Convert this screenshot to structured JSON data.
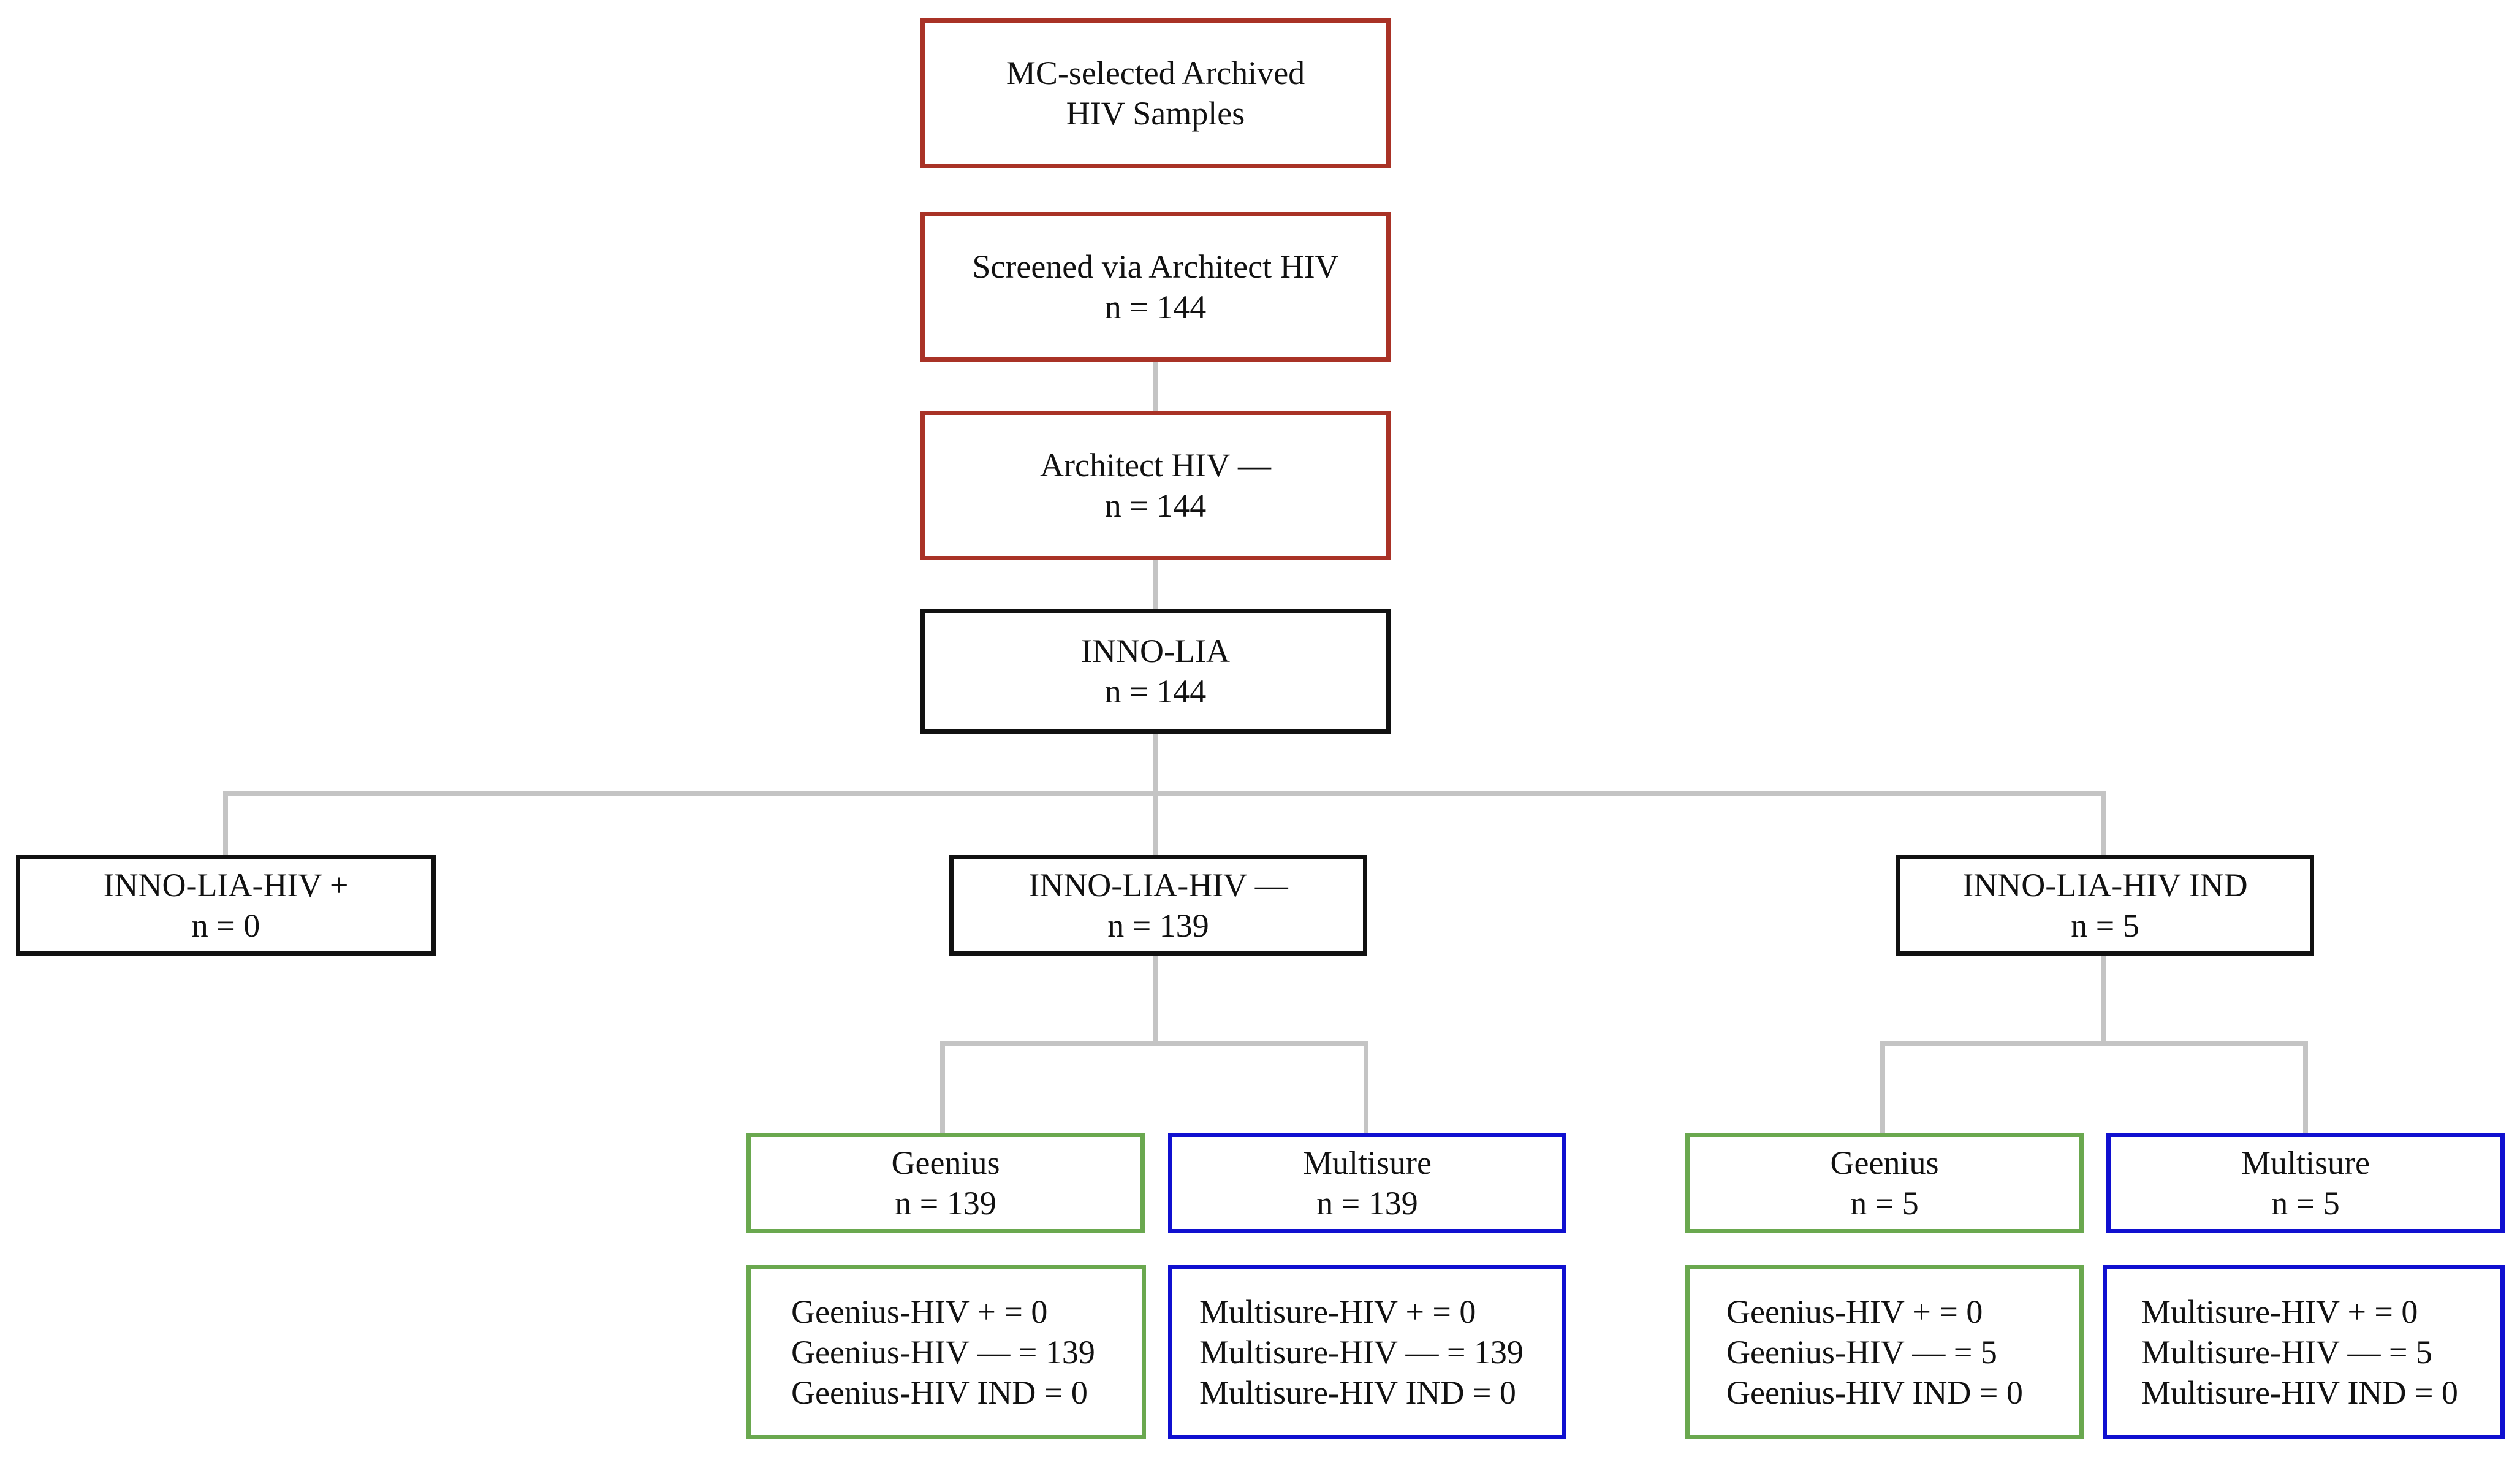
{
  "colors": {
    "connector": "#c4c4c4",
    "screening_border": "#a93226",
    "inno_border": "#111111",
    "geenius_border": "#6aa84f",
    "multisure_border": "#1010d0"
  },
  "nodes": {
    "archived": {
      "line1": "MC-selected Archived",
      "line2": "HIV Samples"
    },
    "screened": {
      "line1": "Screened via Architect HIV",
      "line2": "n = 144"
    },
    "architect_neg": {
      "line1": "Architect HIV —",
      "line2": "n = 144"
    },
    "inno_lia": {
      "line1": "INNO-LIA",
      "line2": "n = 144"
    },
    "inno_pos": {
      "line1": "INNO-LIA-HIV +",
      "line2": "n = 0"
    },
    "inno_neg": {
      "line1": "INNO-LIA-HIV —",
      "line2": "n = 139"
    },
    "inno_ind": {
      "line1": "INNO-LIA-HIV IND",
      "line2": "n = 5"
    },
    "neg_geenius": {
      "line1": "Geenius",
      "line2": "n = 139"
    },
    "neg_multisure": {
      "line1": "Multisure",
      "line2": "n = 139"
    },
    "ind_geenius": {
      "line1": "Geenius",
      "line2": "n = 5"
    },
    "ind_multisure": {
      "line1": "Multisure",
      "line2": "n = 5"
    }
  },
  "results": {
    "neg_geenius": [
      "Geenius-HIV + = 0",
      "Geenius-HIV — = 139",
      "Geenius-HIV IND = 0"
    ],
    "neg_multisure": [
      "Multisure-HIV + = 0",
      "Multisure-HIV — = 139",
      "Multisure-HIV IND = 0"
    ],
    "ind_geenius": [
      "Geenius-HIV + = 0",
      "Geenius-HIV — = 5",
      "Geenius-HIV IND = 0"
    ],
    "ind_multisure": [
      "Multisure-HIV + = 0",
      "Multisure-HIV — = 5",
      "Multisure-HIV IND = 0"
    ]
  }
}
